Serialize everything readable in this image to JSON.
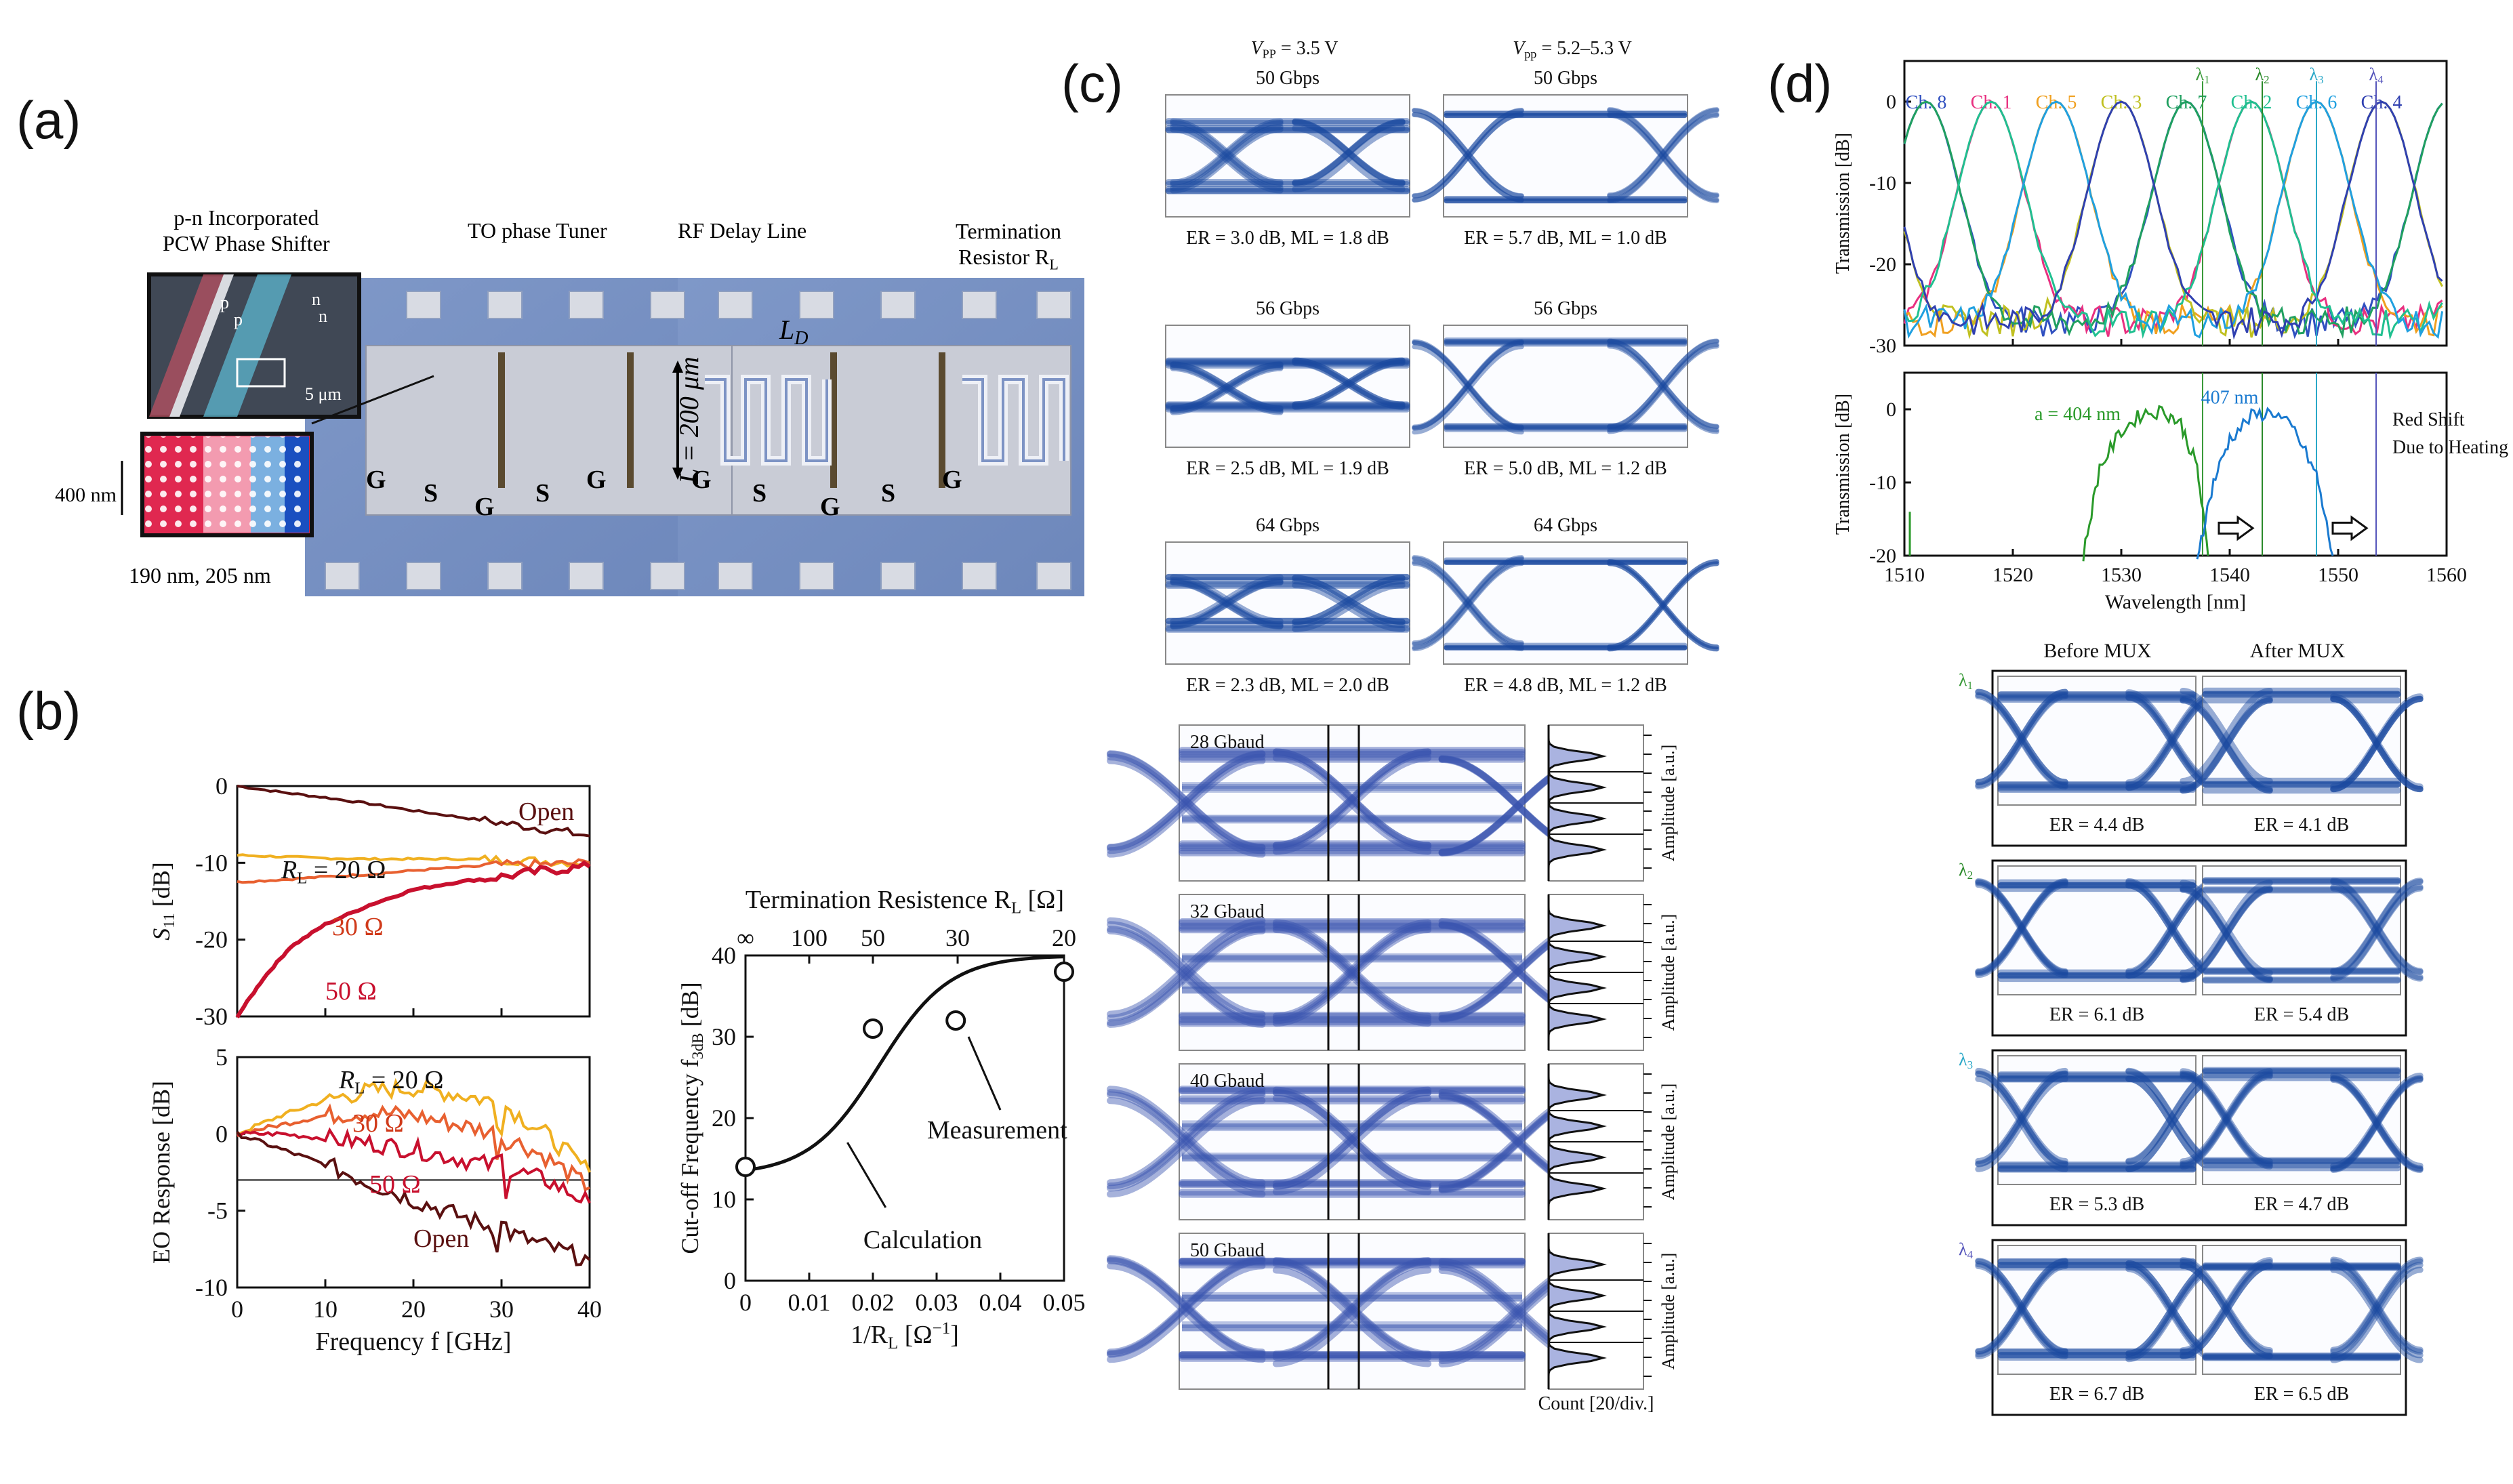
{
  "panels": {
    "a": {
      "label": "(a)",
      "callouts": {
        "shifter_line1": "p-n Incorporated",
        "shifter_line2": "PCW Phase Shifter",
        "to_tuner": "TO phase Tuner",
        "rf_delay": "RF Delay Line",
        "term_line1": "Termination",
        "term_line2": "Resistor R",
        "term_sub": "L",
        "ld": "L",
        "ld_sub": "D",
        "length": "L = 200 μm",
        "height": "400 nm",
        "widths": "190 nm, 205 nm",
        "scale": "5 μm",
        "dopants": [
          "p",
          "p",
          "n",
          "n"
        ],
        "pads_left": [
          "G",
          "S",
          "G",
          "S",
          "G"
        ],
        "pads_right": [
          "G",
          "S",
          "G",
          "S",
          "G"
        ]
      }
    },
    "b": {
      "label": "(b)",
      "annotations": {
        "open": "Open",
        "rl20": "R",
        "rl20_sub": "L",
        "rl20_val": " = 20 Ω",
        "r30": "30 Ω",
        "r50": "50 Ω",
        "eo_open": "Open",
        "eo_rl20": "R",
        "eo_rl20_sub": "L",
        "eo_rl20_val": " = 20 Ω",
        "eo_r30": "30 Ω",
        "eo_r50": "50 Ω",
        "measurement": "Measurement",
        "calculation": "Calculation"
      }
    },
    "c": {
      "label": "(c)",
      "col_headers": [
        "V",
        "V"
      ],
      "col_header_subs": [
        "PP",
        "pp"
      ],
      "col_header_vals": [
        " = 3.5 V",
        " = 5.2–5.3 V"
      ],
      "rates": [
        "50 Gbps",
        "50 Gbps",
        "56 Gbps",
        "56 Gbps",
        "64 Gbps",
        "64 Gbps"
      ],
      "er": [
        "ER = 3.0 dB, ML = 1.8 dB",
        "ER = 5.7 dB, ML = 1.0 dB",
        "ER = 2.5 dB, ML = 1.9 dB",
        "ER = 5.0 dB, ML = 1.2 dB",
        "ER = 2.3 dB, ML = 2.0 dB",
        "ER = 4.8 dB, ML = 1.2 dB"
      ],
      "pam_bauds": [
        "28 Gbaud",
        "32 Gbaud",
        "40 Gbaud",
        "50 Gbaud"
      ],
      "amp_label": "Amplitude [a.u.]",
      "count_label": "Count [20/div.]"
    },
    "d": {
      "label": "(d)",
      "channels": [
        "Ch. 8",
        "Ch. 1",
        "Ch. 5",
        "Ch. 3",
        "Ch. 7",
        "Ch. 2",
        "Ch. 6",
        "Ch. 4"
      ],
      "lambdas": [
        "λ",
        "λ",
        "λ",
        "λ"
      ],
      "lambda_subs": [
        "1",
        "2",
        "3",
        "4"
      ],
      "a404": "a = 404 nm",
      "a407": "407 nm",
      "red_shift_1": "Red Shift",
      "red_shift_2": "Due to Heating",
      "before": "Before MUX",
      "after": "After MUX",
      "er": [
        "ER = 4.4 dB",
        "ER = 4.1 dB",
        "ER = 6.1 dB",
        "ER = 5.4 dB",
        "ER = 5.3 dB",
        "ER = 4.7 dB",
        "ER = 6.7 dB",
        "ER = 6.5 dB"
      ],
      "lambda_colors": [
        "#3a9a3a",
        "#2a8a2a",
        "#2aa8c8",
        "#5555bb"
      ]
    }
  },
  "chart_data": [
    {
      "type": "line",
      "title": "",
      "xlabel": "",
      "ylabel": "S11 [dB]",
      "xlim": [
        0,
        40
      ],
      "ylim": [
        -30,
        0
      ],
      "yticks": [
        0,
        -10,
        -20,
        -30
      ],
      "series": [
        {
          "name": "Open",
          "color": "#5a1010",
          "x": [
            0,
            5,
            10,
            15,
            20,
            25,
            30,
            35,
            40
          ],
          "y": [
            0,
            -0.8,
            -1.5,
            -2.3,
            -3.2,
            -4.0,
            -4.8,
            -5.6,
            -6.5
          ]
        },
        {
          "name": "RL = 20 Ω",
          "color": "#f0b020",
          "x": [
            0,
            5,
            10,
            15,
            20,
            25,
            30,
            35,
            40
          ],
          "y": [
            -9,
            -9.2,
            -9.4,
            -9.5,
            -9.5,
            -9.5,
            -9.6,
            -9.8,
            -10
          ]
        },
        {
          "name": "30 Ω",
          "color": "#e86030",
          "x": [
            0,
            5,
            10,
            15,
            20,
            25,
            30,
            35,
            40
          ],
          "y": [
            -12.5,
            -12.2,
            -11.8,
            -11.5,
            -11,
            -10.6,
            -10.3,
            -10.2,
            -10
          ]
        },
        {
          "name": "50 Ω",
          "color": "#c8102e",
          "x": [
            0,
            3,
            6,
            10,
            15,
            20,
            25,
            30,
            35,
            40
          ],
          "y": [
            -30,
            -25,
            -21,
            -18,
            -15.5,
            -13.5,
            -12.5,
            -11.8,
            -11,
            -10.5
          ]
        }
      ]
    },
    {
      "type": "line",
      "title": "",
      "xlabel": "Frequency f [GHz]",
      "ylabel": "EO Response [dB]",
      "xlim": [
        0,
        40
      ],
      "ylim": [
        -10,
        5
      ],
      "xticks": [
        0,
        10,
        20,
        30,
        40
      ],
      "yticks": [
        5,
        0,
        -5,
        -10
      ],
      "reference_line": -3,
      "series": [
        {
          "name": "RL = 20 Ω",
          "color": "#f0b020",
          "x": [
            0,
            5,
            10,
            15,
            20,
            25,
            30,
            35,
            40
          ],
          "y": [
            0,
            1.2,
            2.2,
            2.8,
            3.0,
            2.6,
            2.0,
            0,
            -2.5
          ]
        },
        {
          "name": "30 Ω",
          "color": "#e86030",
          "x": [
            0,
            5,
            10,
            15,
            20,
            25,
            30,
            35,
            40
          ],
          "y": [
            0,
            0.6,
            1.2,
            1.4,
            1.2,
            0.6,
            0,
            -1.5,
            -3.5
          ]
        },
        {
          "name": "50 Ω",
          "color": "#c8102e",
          "x": [
            0,
            5,
            10,
            15,
            20,
            25,
            30,
            35,
            40
          ],
          "y": [
            0,
            0,
            -0.3,
            -0.6,
            -1.0,
            -1.6,
            -2.2,
            -3.0,
            -4.5
          ]
        },
        {
          "name": "Open",
          "color": "#5a1010",
          "x": [
            0,
            5,
            10,
            15,
            20,
            25,
            30,
            35,
            40
          ],
          "y": [
            0,
            -1.0,
            -2.0,
            -3.2,
            -4.3,
            -5.3,
            -6.3,
            -7.3,
            -8.2
          ]
        }
      ]
    },
    {
      "type": "scatter",
      "title": "",
      "xlabel": "1/R",
      "xlabel_sub": "L",
      "xlabel_unit": " [Ω",
      "xlabel_exp": "−1",
      "xlabel_end": "]",
      "ylabel": "Cut-off Frequency f",
      "ylabel_sub": "3dB",
      "ylabel_unit": " [dB]",
      "top_axis_label": "Termination Resistence R",
      "top_axis_sub": "L",
      "top_axis_unit": " [Ω]",
      "top_ticks": [
        "∞",
        "100",
        "50",
        "30",
        "20"
      ],
      "xlim": [
        0,
        0.05
      ],
      "ylim": [
        0,
        40
      ],
      "xticks": [
        "0",
        "0.01",
        "0.02",
        "0.03",
        "0.04",
        "0.05"
      ],
      "yticks": [
        0,
        10,
        20,
        30,
        40
      ],
      "measurement": {
        "x": [
          0,
          0.02,
          0.033,
          0.05
        ],
        "y": [
          14,
          31,
          32,
          38
        ]
      },
      "calculation": {
        "x": [
          0,
          0.005,
          0.01,
          0.015,
          0.02,
          0.025,
          0.03,
          0.035,
          0.04,
          0.045,
          0.05
        ],
        "y": [
          13.5,
          14.5,
          16.5,
          20.5,
          26,
          30.5,
          34,
          36,
          37.5,
          38.5,
          39.5
        ]
      }
    },
    {
      "type": "line",
      "title": "",
      "xlabel": "",
      "ylabel": "Transmission [dB]",
      "xlim": [
        1510,
        1560
      ],
      "ylim": [
        -30,
        5
      ],
      "yticks": [
        0,
        -10,
        -20,
        -30
      ],
      "series": [
        {
          "name": "Ch. 8",
          "color": "#3050c0",
          "peak": 1512
        },
        {
          "name": "Ch. 1",
          "color": "#e83080",
          "peak": 1518
        },
        {
          "name": "Ch. 5",
          "color": "#f0a020",
          "peak": 1524
        },
        {
          "name": "Ch. 3",
          "color": "#c0c020",
          "peak": 1530
        },
        {
          "name": "Ch. 7",
          "color": "#20a060",
          "peak": 1536
        },
        {
          "name": "Ch. 2",
          "color": "#20c090",
          "peak": 1542
        },
        {
          "name": "Ch. 6",
          "color": "#20a0e0",
          "peak": 1548
        },
        {
          "name": "Ch. 4",
          "color": "#3040b0",
          "peak": 1554
        }
      ],
      "markers": [
        1537.5,
        1543,
        1548,
        1553.5
      ]
    },
    {
      "type": "line",
      "title": "",
      "xlabel": "Wavelength [nm]",
      "ylabel": "Transmission [dB]",
      "xlim": [
        1510,
        1560
      ],
      "ylim": [
        -20,
        5
      ],
      "xticks": [
        1510,
        1520,
        1530,
        1540,
        1550,
        1560
      ],
      "yticks": [
        0,
        -10,
        -20
      ],
      "series": [
        {
          "name": "a = 404 nm",
          "color": "#2a9a2a",
          "x": [
            1526.5,
            1528,
            1530,
            1532,
            1534,
            1535.5,
            1537,
            1538
          ],
          "y": [
            -20,
            -8,
            -3,
            -0.5,
            -0.3,
            -2,
            -8,
            -20
          ]
        },
        {
          "name": "407 nm",
          "color": "#1a7ad0",
          "x": [
            1537,
            1538.5,
            1540,
            1542,
            1544,
            1546,
            1548,
            1549.5
          ],
          "y": [
            -20,
            -10,
            -4,
            -1,
            -0.3,
            -3,
            -9,
            -20
          ]
        }
      ]
    }
  ]
}
